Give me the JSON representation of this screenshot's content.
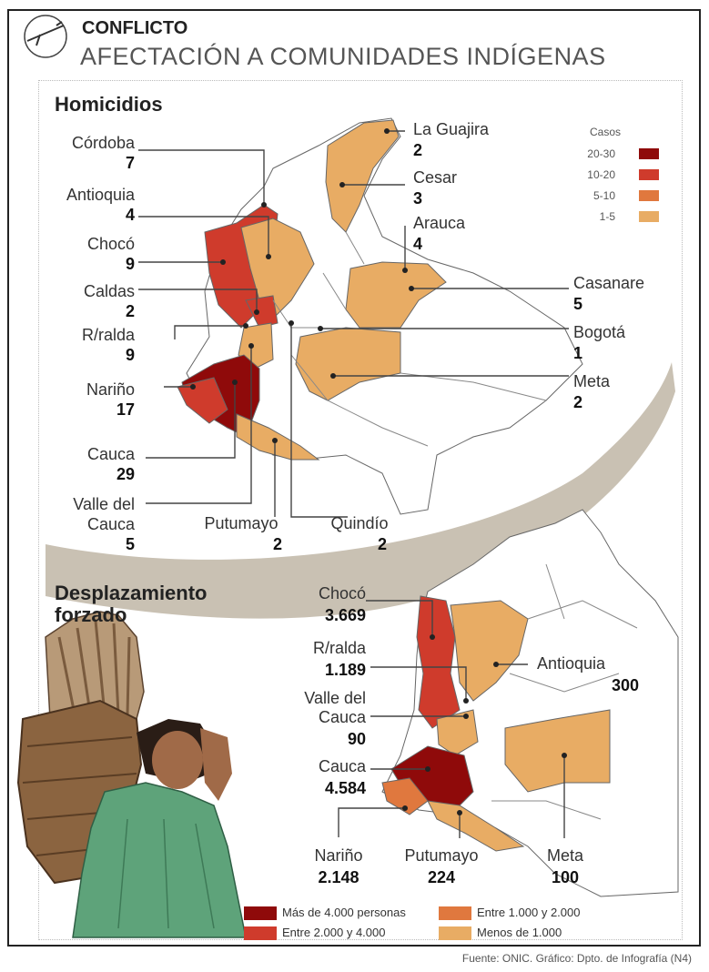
{
  "header": {
    "kicker": "CONFLICTO",
    "title": "AFECTACIÓN A COMUNIDADES INDÍGENAS"
  },
  "homicidios": {
    "heading": "Homicidios",
    "legend": {
      "title": "Casos",
      "items": [
        {
          "label": "20-30",
          "color": "#8f0a0a"
        },
        {
          "label": "10-20",
          "color": "#cf3b2c"
        },
        {
          "label": "5-10",
          "color": "#e0783e"
        },
        {
          "label": "1-5",
          "color": "#e8ac64"
        }
      ]
    },
    "regions": [
      {
        "name": "Córdoba",
        "value": "7"
      },
      {
        "name": "Antioquia",
        "value": "4"
      },
      {
        "name": "Chocó",
        "value": "9"
      },
      {
        "name": "Caldas",
        "value": "2"
      },
      {
        "name": "R/ralda",
        "value": "9"
      },
      {
        "name": "Nariño",
        "value": "17"
      },
      {
        "name": "Cauca",
        "value": "29"
      },
      {
        "name": "Valle del Cauca",
        "value": "5"
      },
      {
        "name": "Putumayo",
        "value": "2"
      },
      {
        "name": "Quindío",
        "value": "2"
      },
      {
        "name": "La Guajira",
        "value": "2"
      },
      {
        "name": "Cesar",
        "value": "3"
      },
      {
        "name": "Arauca",
        "value": "4"
      },
      {
        "name": "Casanare",
        "value": "5"
      },
      {
        "name": "Bogotá",
        "value": "1"
      },
      {
        "name": "Meta",
        "value": "2"
      }
    ]
  },
  "desplazamiento": {
    "heading_line1": "Desplazamiento",
    "heading_line2": "forzado",
    "regions": [
      {
        "name": "Chocó",
        "value": "3.669"
      },
      {
        "name": "R/ralda",
        "value": "1.189"
      },
      {
        "name": "Valle del Cauca",
        "value": "90"
      },
      {
        "name": "Cauca",
        "value": "4.584"
      },
      {
        "name": "Nariño",
        "value": "2.148"
      },
      {
        "name": "Putumayo",
        "value": "224"
      },
      {
        "name": "Antioquia",
        "value": "300"
      },
      {
        "name": "Meta",
        "value": "100"
      }
    ],
    "legend": [
      {
        "label": "Más de 4.000 personas",
        "color": "#8f0a0a"
      },
      {
        "label": "Entre 2.000 y 4.000",
        "color": "#cf3b2c"
      },
      {
        "label": "Entre 1.000 y 2.000",
        "color": "#e0783e"
      },
      {
        "label": "Menos de 1.000",
        "color": "#e8ac64"
      }
    ]
  },
  "footer": {
    "source": "Fuente: ONIC. Gráfico: Dpto. de Infografía (N4)"
  }
}
